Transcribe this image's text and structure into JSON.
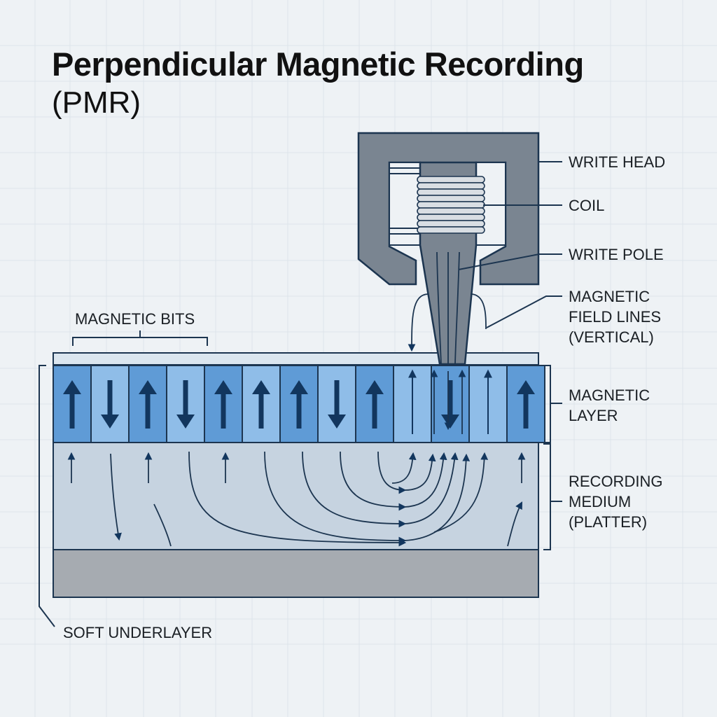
{
  "title": "Perpendicular Magnetic Recording",
  "subtitle": "(PMR)",
  "labels": {
    "write_head": "WRITE HEAD",
    "coil": "COIL",
    "write_pole": "WRITE POLE",
    "field_lines": [
      "MAGNETIC",
      "FIELD LINES",
      "(VERTICAL)"
    ],
    "magnetic_layer": [
      "MAGNETIC",
      "LAYER"
    ],
    "recording_medium": [
      "RECORDING",
      "MEDIUM",
      "(PLATTER)"
    ],
    "magnetic_bits": "MAGNETIC BITS",
    "soft_underlayer": "SOFT UNDERLAYER"
  },
  "bits": [
    "up",
    "down",
    "up",
    "down",
    "up",
    "up",
    "up",
    "down",
    "up",
    "up",
    "down",
    "up",
    "up"
  ],
  "colors": {
    "background": "#eef2f5",
    "head": "#7a8591",
    "outline": "#1c3550",
    "bit_dark": "#5f9bd6",
    "bit_light": "#8fbde8",
    "medium": "#c6d3e0",
    "underlayer": "#a6abb1",
    "arrow": "#12365e"
  }
}
